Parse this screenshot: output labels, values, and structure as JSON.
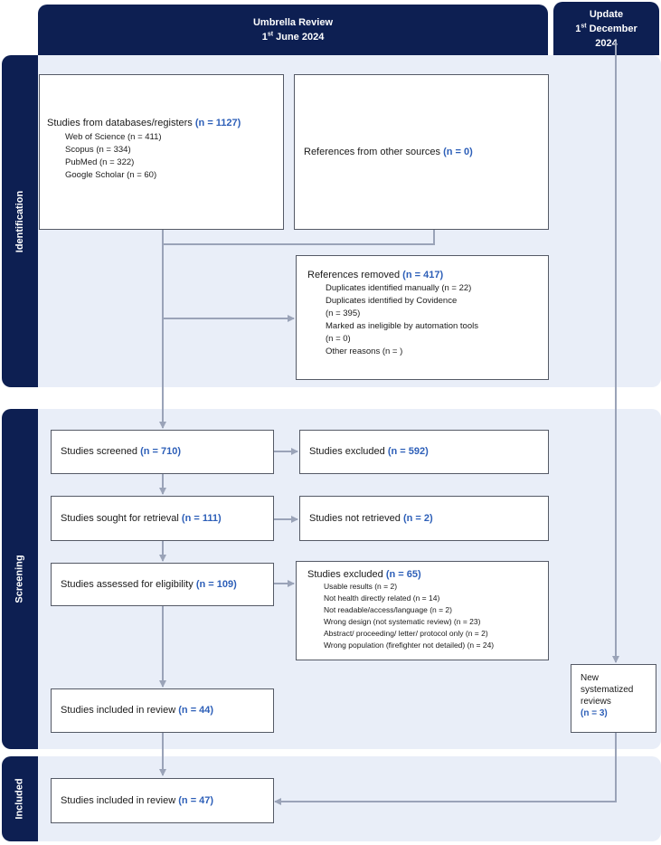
{
  "header": {
    "umbrella_title": "Umbrella Review",
    "umbrella_date_day": "1",
    "umbrella_date_suffix": "st",
    "umbrella_date_rest": "June 2024",
    "update_title": "Update",
    "update_date_day": "1",
    "update_date_suffix": "st",
    "update_date_month": "December",
    "update_date_year": "2024"
  },
  "phases": {
    "identification": "Identification",
    "screening": "Screening",
    "included": "Included"
  },
  "identification": {
    "databases": {
      "label": "Studies from databases/registers",
      "count": "(n = 1127)",
      "sources": [
        "Web of Science (n = 411)",
        "Scopus (n = 334)",
        "PubMed (n = 322)",
        "Google Scholar (n = 60)"
      ]
    },
    "other_sources": {
      "label": "References from other sources",
      "count": "(n = 0)"
    },
    "removed": {
      "label": "References removed",
      "count": "(n = 417)",
      "items": [
        "Duplicates identified manually (n = 22)",
        "Duplicates identified by Covidence",
        "(n = 395)",
        "Marked as ineligible by automation tools",
        "(n = 0)",
        "Other reasons (n = )"
      ]
    }
  },
  "screening": {
    "screened": {
      "label": "Studies screened",
      "count": "(n = 710)"
    },
    "excluded_screen": {
      "label": "Studies excluded",
      "count": "(n = 592)"
    },
    "sought": {
      "label": "Studies sought for retrieval",
      "count": "(n = 111)"
    },
    "not_retrieved": {
      "label": "Studies not retrieved",
      "count": "(n = 2)"
    },
    "assessed": {
      "label": "Studies assessed for eligibility",
      "count": "(n = 109)"
    },
    "excluded_elig": {
      "label": "Studies excluded",
      "count": "(n = 65)",
      "items": [
        "Usable results (n = 2)",
        "Not health directly related (n = 14)",
        "Not readable/access/language (n = 2)",
        "Wrong design (not systematic review) (n = 23)",
        "Abstract/ proceeding/ letter/ protocol only (n = 2)",
        "Wrong population (firefighter not detailed) (n = 24)"
      ]
    },
    "included_review": {
      "label": "Studies included in review",
      "count": "(n = 44)"
    },
    "new_reviews": {
      "line1": "New",
      "line2": "systematized",
      "line3": "reviews",
      "count": "(n = 3)"
    }
  },
  "included": {
    "final": {
      "label": "Studies included in review",
      "count": "(n = 47)"
    }
  }
}
